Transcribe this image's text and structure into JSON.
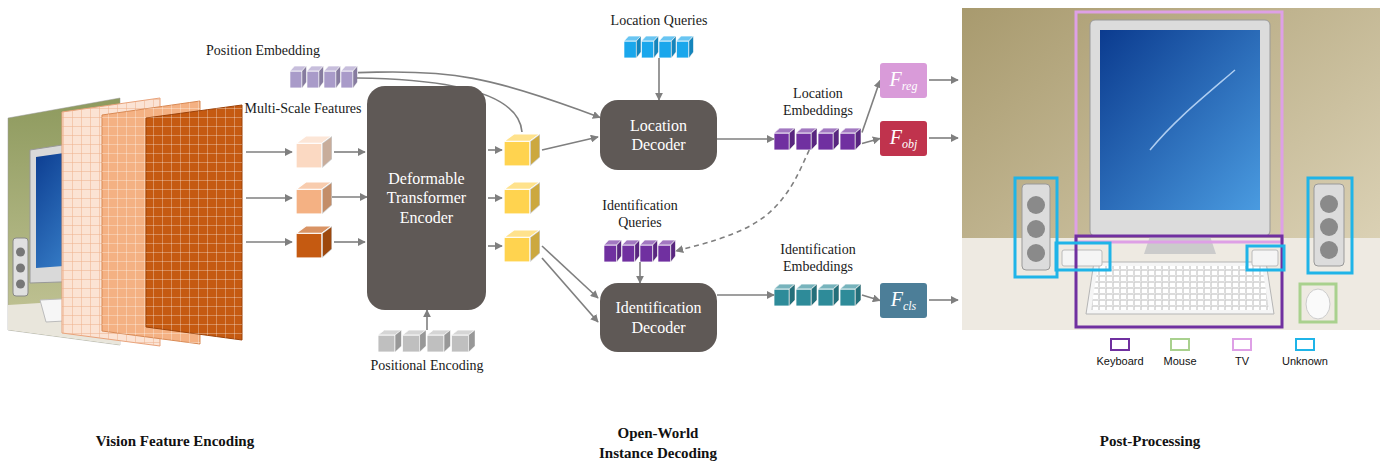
{
  "diagram": {
    "nodes": [
      {
        "text": [
          "Multi-Scale Features"
        ]
      },
      {
        "text": [
          "Deformable Transformer Encoder"
        ]
      },
      {
        "text": [
          "Positional Encoding"
        ]
      },
      {
        "text": [
          "Position Embedding"
        ]
      },
      {
        "text": [
          "Location Queries"
        ]
      },
      {
        "text": [
          "Location Decoder"
        ]
      },
      {
        "text": [
          "Location Embeddings"
        ]
      },
      {
        "text": [
          "F",
          "reg"
        ]
      },
      {
        "text": [
          "F",
          "obj"
        ]
      },
      {
        "text": [
          "Identification Queries"
        ]
      },
      {
        "text": [
          "Identification Decoder"
        ]
      },
      {
        "text": [
          "Identification Embeddings"
        ]
      },
      {
        "text": [
          "F",
          "cls"
        ]
      }
    ],
    "edges": [
      {
        "from": 0,
        "to": 1,
        "arrow": "to"
      },
      {
        "from": 2,
        "to": 1,
        "arrow": "to"
      },
      {
        "from": 3,
        "to": 5,
        "arrow": "to"
      },
      {
        "from": 4,
        "to": 5,
        "arrow": "to"
      },
      {
        "from": 5,
        "to": 6,
        "arrow": "to"
      },
      {
        "from": 6,
        "to": 7,
        "arrow": "to"
      },
      {
        "from": 6,
        "to": 8,
        "arrow": "to"
      },
      {
        "from": 6,
        "to": 9,
        "arrow": "to"
      },
      {
        "from": 9,
        "to": 10,
        "arrow": "to"
      },
      {
        "from": 10,
        "to": 11,
        "arrow": "to"
      },
      {
        "from": 11,
        "to": 12,
        "arrow": "to"
      }
    ],
    "labels": [
      "Vision Feature Encoding",
      "Open-World Instance Decoding",
      "Post-Processing"
    ],
    "legend": [
      {
        "text": "Keyboard",
        "color": "#7030a0"
      },
      {
        "text": "Mouse",
        "color": "#a9d18e"
      },
      {
        "text": "TV",
        "color": "#dea0e6"
      },
      {
        "text": "Unknown",
        "color": "#1fb4e8"
      }
    ]
  }
}
